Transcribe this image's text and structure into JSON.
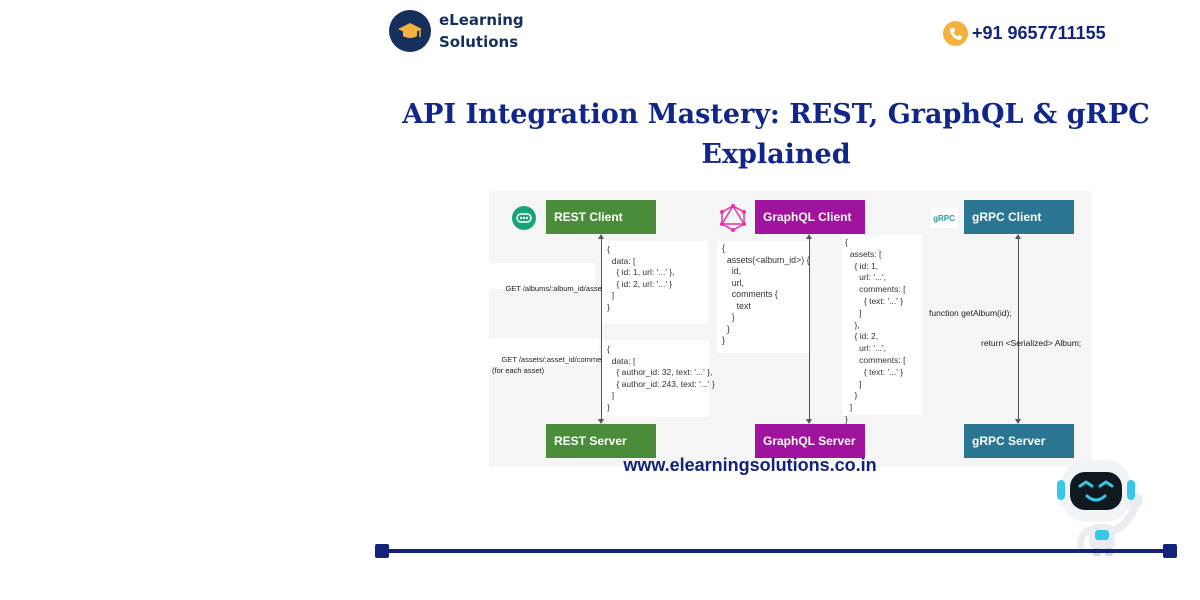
{
  "header": {
    "logo_line1": "eLearning",
    "logo_line2": "Solutions",
    "logo_icon": "graduation-cap-icon",
    "phone": "+91 9657711155",
    "phone_icon": "phone-icon"
  },
  "title_line1": "API Integration Mastery: REST, GraphQL & gRPC",
  "title_line2": "Explained",
  "diagram": {
    "rest": {
      "client": "REST Client",
      "server": "REST Server",
      "request1": "GET /albums/:album_id/assets",
      "request2": "GET /assets/:asset_id/comments\n(for each asset)",
      "response1": "{\n  data: [\n    { id: 1, url: '...' },\n    { id: 2, url: '...' }\n  ]\n}",
      "response2": "{\n  data: [\n    { author_id: 32, text: '...' },\n    { author_id: 243, text: '...' }\n  ]\n}"
    },
    "graphql": {
      "client": "GraphQL Client",
      "server": "GraphQL Server",
      "query": "{\n  assets(<album_id>) {\n    id,\n    url,\n    comments {\n      text\n    }\n  }\n}",
      "response": "{\n  assets: [\n    { id: 1,\n      url: '...',\n      comments: [\n        { text: '...' }\n      ]\n    },\n    { id: 2,\n      url: '...',\n      comments: [\n        { text: '...' }\n      ]\n    }\n  ]\n}"
    },
    "grpc": {
      "logo": "gRPC",
      "client": "gRPC Client",
      "server": "gRPC Server",
      "call": "function getAlbum(id);",
      "return": "return <Serialized> Album;"
    }
  },
  "website": "www.elearningsolutions.co.in",
  "colors": {
    "brand_navy": "#14237a",
    "rest_green": "#4b8c3a",
    "graphql_purple": "#a0139f",
    "grpc_teal": "#2a7591",
    "phone_orange": "#f3b23e"
  }
}
